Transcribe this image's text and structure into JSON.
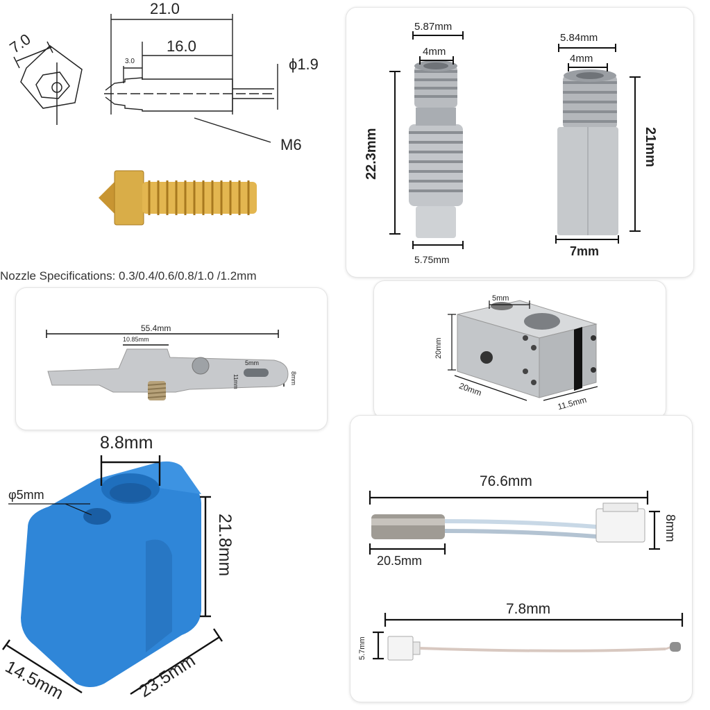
{
  "nozzle_drawing": {
    "hex_size": "7.0",
    "total_length": "21.0",
    "thread_length": "16.0",
    "tip_length": "3.0",
    "outlet": "ϕ1.9",
    "thread": "M6"
  },
  "nozzle_spec": "Nozzle Specifications: 0.3/0.4/0.6/0.8/1.0 /1.2mm",
  "heatbreak": {
    "left": {
      "top_outer": "5.87mm",
      "top_inner": "4mm",
      "height": "22.3mm",
      "bottom": "5.75mm"
    },
    "right": {
      "top_outer": "5.84mm",
      "top_inner": "4mm",
      "height": "21mm",
      "bottom": "7mm"
    }
  },
  "clamp": {
    "length": "55.4mm",
    "inner": "10.85mm",
    "hole": "5mm",
    "slot": "11mm",
    "height": "8mm"
  },
  "heater_block": {
    "hole": "5mm",
    "height": "20mm",
    "length": "20mm",
    "width": "11.5mm"
  },
  "silicone_sock": {
    "opening": "8.8mm",
    "hole": "φ5mm",
    "height": "21.8mm",
    "depth": "14.5mm",
    "width": "23.5mm"
  },
  "heater_cartridge": {
    "total": "76.6mm",
    "cartridge": "20.5mm",
    "connector": "8mm"
  },
  "thermistor": {
    "length": "7.8mm",
    "connector": "5.7mm"
  },
  "colors": {
    "brass": "#d4a33a",
    "steel": "#b9bcc0",
    "silicone_blue": "#2f86d8"
  }
}
